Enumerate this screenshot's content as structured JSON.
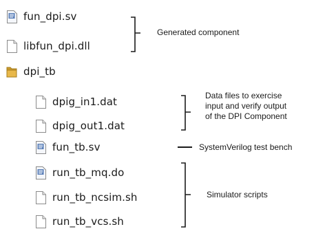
{
  "files": {
    "fun_dpi_sv": {
      "label": "fun_dpi.sv",
      "icon": "script-file-icon"
    },
    "libfun_dpi_dll": {
      "label": "libfun_dpi.dll",
      "icon": "blank-file-icon"
    },
    "dpi_tb": {
      "label": "dpi_tb",
      "icon": "folder-icon"
    },
    "dpig_in1_dat": {
      "label": "dpig_in1.dat",
      "icon": "blank-file-icon"
    },
    "dpig_out1_dat": {
      "label": "dpig_out1.dat",
      "icon": "blank-file-icon"
    },
    "fun_tb_sv": {
      "label": "fun_tb.sv",
      "icon": "script-file-icon"
    },
    "run_tb_mq_do": {
      "label": "run_tb_mq.do",
      "icon": "script-file-icon"
    },
    "run_tb_ncsim_sh": {
      "label": "run_tb_ncsim.sh",
      "icon": "blank-file-icon"
    },
    "run_tb_vcs_sh": {
      "label": "run_tb_vcs.sh",
      "icon": "blank-file-icon"
    }
  },
  "annotations": {
    "generated_component": "Generated component",
    "data_files": [
      "Data files to exercise",
      "input and verify output",
      "of the DPI Component"
    ],
    "test_bench": "SystemVerilog test bench",
    "simulator_scripts": "Simulator scripts"
  },
  "colors": {
    "folder": "#e8b84a",
    "file_border": "#8a8a8a",
    "script_accent": "#5a7fb8",
    "text": "#1a1a1a"
  }
}
